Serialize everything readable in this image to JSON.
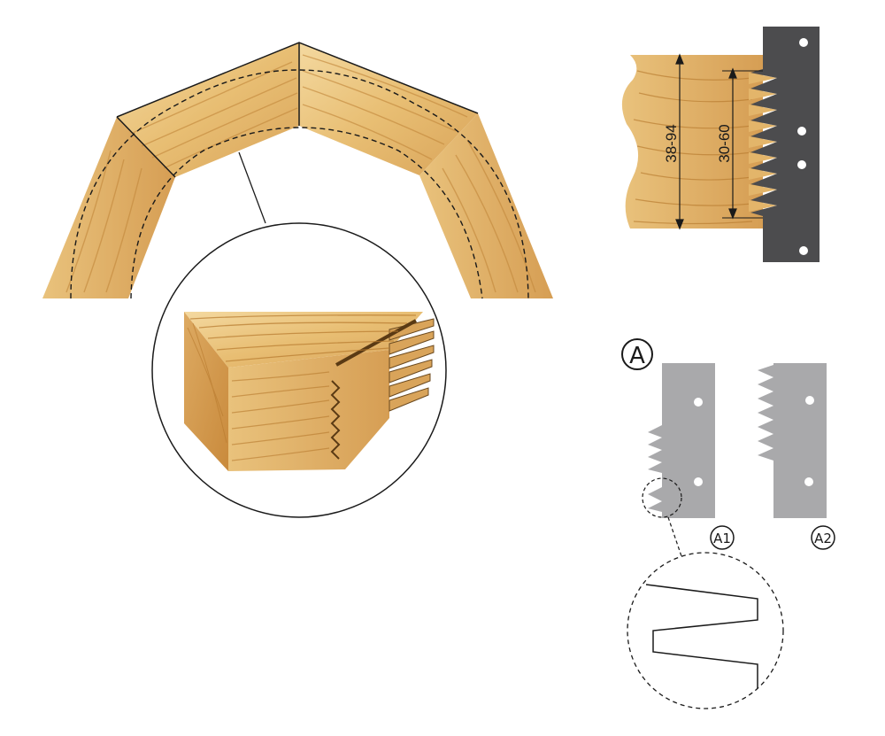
{
  "dimensions": {
    "workpiece_height": "38-94",
    "joint_depth": "30-60"
  },
  "callouts": {
    "main": "A",
    "variant_1": "A1",
    "variant_2": "A2"
  },
  "colors": {
    "wood_light": "#F2D394",
    "wood_mid": "#E3B56A",
    "wood_dark": "#C98A3C",
    "grain": "#B77A2E",
    "blade_dark": "#4C4C4E",
    "blade_light": "#A9A9AB",
    "outline": "#1a1a1a"
  }
}
